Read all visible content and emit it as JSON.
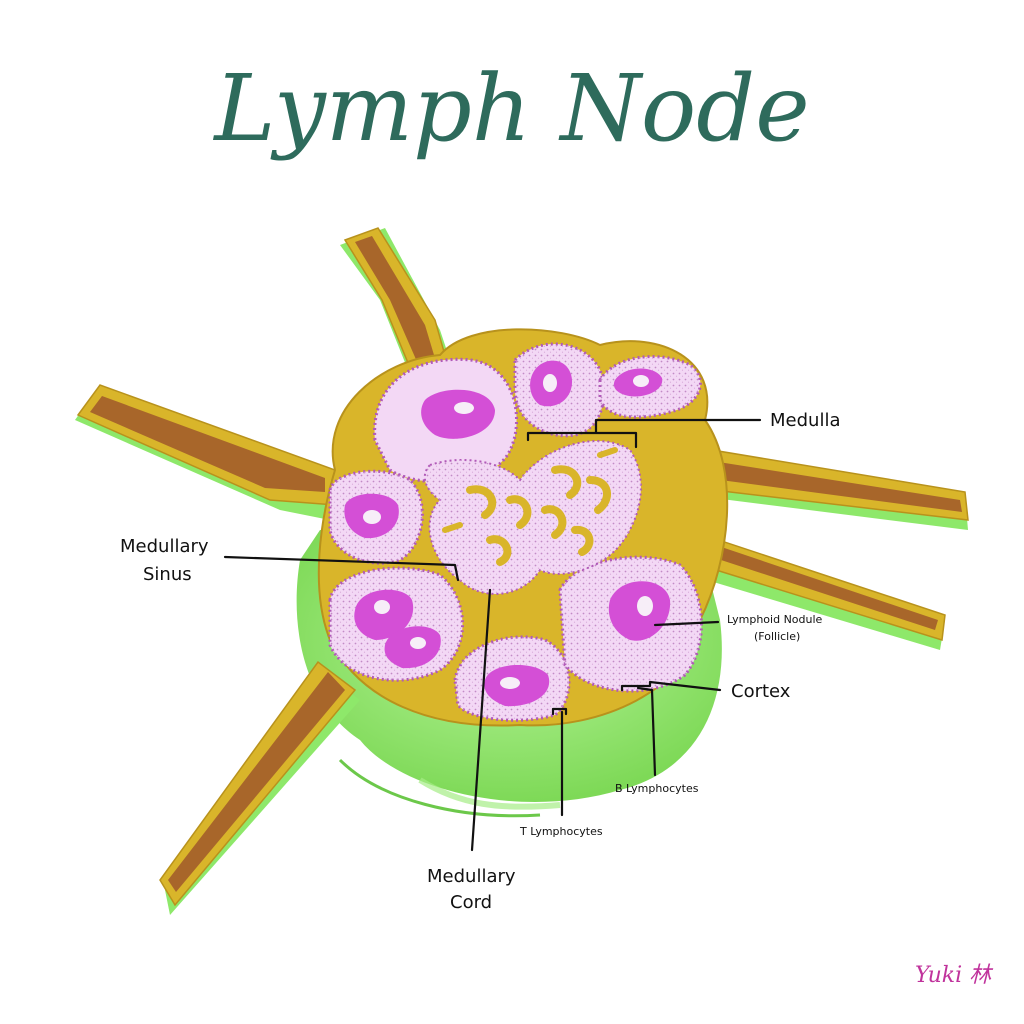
{
  "title": "Lymph Node",
  "labels": {
    "medulla": "Medulla",
    "medullary_sinus_line1": "Medullary",
    "medullary_sinus_line2": "Sinus",
    "lymphoid_nodule_line1": "Lymphoid Nodule",
    "lymphoid_nodule_line2": "(Follicle)",
    "cortex": "Cortex",
    "b_lymphocytes": "B Lymphocytes",
    "t_lymphocytes": "T Lymphocytes",
    "medullary_cord_line1": "Medullary",
    "medullary_cord_line2": "Cord"
  },
  "signature": "Yuki 林",
  "colors": {
    "title": "#2e6b5c",
    "capsule_green": "#8ee86a",
    "capsule_yellow": "#d9b52a",
    "vessel_brown": "#a8662a",
    "nodule_pink": "#f3d8f5",
    "germinal_center": "#d44fd6",
    "signature": "#c0339c"
  }
}
